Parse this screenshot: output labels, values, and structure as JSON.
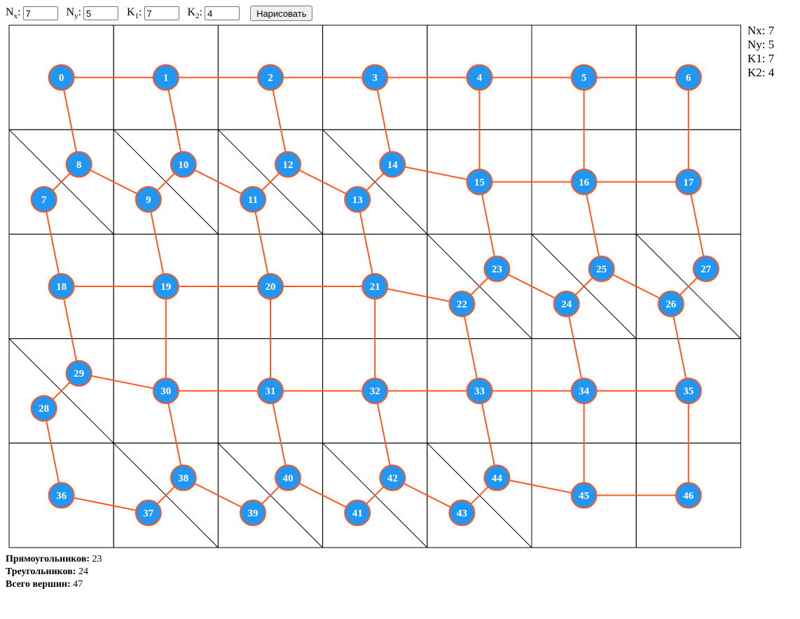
{
  "controls": {
    "nx": {
      "label": "N",
      "sub": "x",
      "colon": ":",
      "value": "7"
    },
    "ny": {
      "label": "N",
      "sub": "y",
      "colon": ":",
      "value": "5"
    },
    "k1": {
      "label": "K",
      "sub": "1",
      "colon": ":",
      "value": "7"
    },
    "k2": {
      "label": "K",
      "sub": "2",
      "colon": ":",
      "value": "4"
    },
    "draw_button": "Нарисовать"
  },
  "info": {
    "nx": "Nx: 7",
    "ny": "Ny: 5",
    "k1": "K1: 7",
    "k2": "K2: 4"
  },
  "stats": {
    "rect_label": "Прямоугольников:",
    "rect_value": "23",
    "tri_label": "Треугольников:",
    "tri_value": "24",
    "total_label": "Всего вершин:",
    "total_value": "47"
  },
  "colors": {
    "node_fill": "#2196F3",
    "node_stroke": "#FF5722",
    "edge": "#FF5722",
    "grid": "#000000"
  },
  "grid": {
    "cols": 7,
    "rows": 5,
    "triangle_cells": [
      [
        1,
        0
      ],
      [
        1,
        1
      ],
      [
        1,
        2
      ],
      [
        1,
        3
      ],
      [
        2,
        4
      ],
      [
        2,
        5
      ],
      [
        2,
        6
      ],
      [
        3,
        0
      ],
      [
        4,
        1
      ],
      [
        4,
        2
      ],
      [
        4,
        3
      ],
      [
        4,
        4
      ]
    ]
  },
  "nodes": [
    {
      "id": "0",
      "col": 0,
      "row": 0,
      "pos": "center"
    },
    {
      "id": "1",
      "col": 1,
      "row": 0,
      "pos": "center"
    },
    {
      "id": "2",
      "col": 2,
      "row": 0,
      "pos": "center"
    },
    {
      "id": "3",
      "col": 3,
      "row": 0,
      "pos": "center"
    },
    {
      "id": "4",
      "col": 4,
      "row": 0,
      "pos": "center"
    },
    {
      "id": "5",
      "col": 5,
      "row": 0,
      "pos": "center"
    },
    {
      "id": "6",
      "col": 6,
      "row": 0,
      "pos": "center"
    },
    {
      "id": "7",
      "col": 0,
      "row": 1,
      "pos": "lower"
    },
    {
      "id": "8",
      "col": 0,
      "row": 1,
      "pos": "upper"
    },
    {
      "id": "9",
      "col": 1,
      "row": 1,
      "pos": "lower"
    },
    {
      "id": "10",
      "col": 1,
      "row": 1,
      "pos": "upper"
    },
    {
      "id": "11",
      "col": 2,
      "row": 1,
      "pos": "lower"
    },
    {
      "id": "12",
      "col": 2,
      "row": 1,
      "pos": "upper"
    },
    {
      "id": "13",
      "col": 3,
      "row": 1,
      "pos": "lower"
    },
    {
      "id": "14",
      "col": 3,
      "row": 1,
      "pos": "upper"
    },
    {
      "id": "15",
      "col": 4,
      "row": 1,
      "pos": "center"
    },
    {
      "id": "16",
      "col": 5,
      "row": 1,
      "pos": "center"
    },
    {
      "id": "17",
      "col": 6,
      "row": 1,
      "pos": "center"
    },
    {
      "id": "18",
      "col": 0,
      "row": 2,
      "pos": "center"
    },
    {
      "id": "19",
      "col": 1,
      "row": 2,
      "pos": "center"
    },
    {
      "id": "20",
      "col": 2,
      "row": 2,
      "pos": "center"
    },
    {
      "id": "21",
      "col": 3,
      "row": 2,
      "pos": "center"
    },
    {
      "id": "22",
      "col": 4,
      "row": 2,
      "pos": "lower"
    },
    {
      "id": "23",
      "col": 4,
      "row": 2,
      "pos": "upper"
    },
    {
      "id": "24",
      "col": 5,
      "row": 2,
      "pos": "lower"
    },
    {
      "id": "25",
      "col": 5,
      "row": 2,
      "pos": "upper"
    },
    {
      "id": "26",
      "col": 6,
      "row": 2,
      "pos": "lower"
    },
    {
      "id": "27",
      "col": 6,
      "row": 2,
      "pos": "upper"
    },
    {
      "id": "28",
      "col": 0,
      "row": 3,
      "pos": "lower"
    },
    {
      "id": "29",
      "col": 0,
      "row": 3,
      "pos": "upper"
    },
    {
      "id": "30",
      "col": 1,
      "row": 3,
      "pos": "center"
    },
    {
      "id": "31",
      "col": 2,
      "row": 3,
      "pos": "center"
    },
    {
      "id": "32",
      "col": 3,
      "row": 3,
      "pos": "center"
    },
    {
      "id": "33",
      "col": 4,
      "row": 3,
      "pos": "center"
    },
    {
      "id": "34",
      "col": 5,
      "row": 3,
      "pos": "center"
    },
    {
      "id": "35",
      "col": 6,
      "row": 3,
      "pos": "center"
    },
    {
      "id": "36",
      "col": 0,
      "row": 4,
      "pos": "center"
    },
    {
      "id": "37",
      "col": 1,
      "row": 4,
      "pos": "lower"
    },
    {
      "id": "38",
      "col": 1,
      "row": 4,
      "pos": "upper"
    },
    {
      "id": "39",
      "col": 2,
      "row": 4,
      "pos": "lower"
    },
    {
      "id": "40",
      "col": 2,
      "row": 4,
      "pos": "upper"
    },
    {
      "id": "41",
      "col": 3,
      "row": 4,
      "pos": "lower"
    },
    {
      "id": "42",
      "col": 3,
      "row": 4,
      "pos": "upper"
    },
    {
      "id": "43",
      "col": 4,
      "row": 4,
      "pos": "lower"
    },
    {
      "id": "44",
      "col": 4,
      "row": 4,
      "pos": "upper"
    },
    {
      "id": "45",
      "col": 5,
      "row": 4,
      "pos": "center"
    },
    {
      "id": "46",
      "col": 6,
      "row": 4,
      "pos": "center"
    }
  ],
  "edges": [
    [
      "0",
      "1"
    ],
    [
      "1",
      "2"
    ],
    [
      "2",
      "3"
    ],
    [
      "3",
      "4"
    ],
    [
      "4",
      "5"
    ],
    [
      "5",
      "6"
    ],
    [
      "0",
      "8"
    ],
    [
      "1",
      "10"
    ],
    [
      "2",
      "12"
    ],
    [
      "3",
      "14"
    ],
    [
      "4",
      "15"
    ],
    [
      "5",
      "16"
    ],
    [
      "6",
      "17"
    ],
    [
      "7",
      "8"
    ],
    [
      "8",
      "9"
    ],
    [
      "9",
      "10"
    ],
    [
      "10",
      "11"
    ],
    [
      "11",
      "12"
    ],
    [
      "12",
      "13"
    ],
    [
      "13",
      "14"
    ],
    [
      "14",
      "15"
    ],
    [
      "15",
      "16"
    ],
    [
      "16",
      "17"
    ],
    [
      "7",
      "18"
    ],
    [
      "9",
      "19"
    ],
    [
      "11",
      "20"
    ],
    [
      "13",
      "21"
    ],
    [
      "15",
      "23"
    ],
    [
      "16",
      "25"
    ],
    [
      "17",
      "27"
    ],
    [
      "18",
      "19"
    ],
    [
      "19",
      "20"
    ],
    [
      "20",
      "21"
    ],
    [
      "21",
      "22"
    ],
    [
      "22",
      "23"
    ],
    [
      "23",
      "24"
    ],
    [
      "24",
      "25"
    ],
    [
      "25",
      "26"
    ],
    [
      "26",
      "27"
    ],
    [
      "18",
      "29"
    ],
    [
      "19",
      "30"
    ],
    [
      "20",
      "31"
    ],
    [
      "21",
      "32"
    ],
    [
      "22",
      "33"
    ],
    [
      "24",
      "34"
    ],
    [
      "26",
      "35"
    ],
    [
      "28",
      "29"
    ],
    [
      "29",
      "30"
    ],
    [
      "30",
      "31"
    ],
    [
      "31",
      "32"
    ],
    [
      "32",
      "33"
    ],
    [
      "33",
      "34"
    ],
    [
      "34",
      "35"
    ],
    [
      "28",
      "36"
    ],
    [
      "30",
      "38"
    ],
    [
      "31",
      "40"
    ],
    [
      "32",
      "42"
    ],
    [
      "33",
      "44"
    ],
    [
      "34",
      "45"
    ],
    [
      "35",
      "46"
    ],
    [
      "36",
      "37"
    ],
    [
      "37",
      "38"
    ],
    [
      "38",
      "39"
    ],
    [
      "39",
      "40"
    ],
    [
      "40",
      "41"
    ],
    [
      "41",
      "42"
    ],
    [
      "42",
      "43"
    ],
    [
      "43",
      "44"
    ],
    [
      "44",
      "45"
    ],
    [
      "45",
      "46"
    ]
  ]
}
